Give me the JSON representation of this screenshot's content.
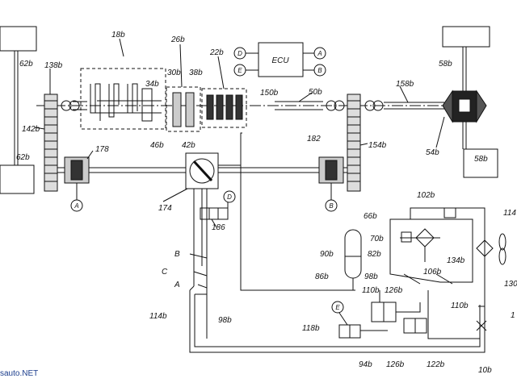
{
  "ecu": {
    "label": "ECU",
    "ports": [
      "D",
      "E",
      "A",
      "B"
    ]
  },
  "refs": {
    "r18b": "18b",
    "r26b": "26b",
    "r22b": "22b",
    "r150b": "150b",
    "r62b_tl": "62b",
    "r62b_bl": "62b",
    "r58b_tr": "58b",
    "r58b_br": "58b",
    "r138b": "138b",
    "r142b": "142b",
    "r178": "178",
    "r34b": "34b",
    "r30b": "30b",
    "r38b": "38b",
    "r46b": "46b",
    "r42b": "42b",
    "r50b": "50b",
    "r158b": "158b",
    "r54b": "54b",
    "r182": "182",
    "r154b": "154b",
    "r174": "174",
    "r186": "186",
    "r66b": "66b",
    "r102b": "102b",
    "r114_right": "114",
    "r134b": "134b",
    "r130": "130",
    "r70b": "70b",
    "r90b": "90b",
    "r82b": "82b",
    "r86b": "86b",
    "r98b_a": "98b",
    "r98b_b": "98b",
    "r106b": "106b",
    "r110b_a": "110b",
    "r126b_a": "126b",
    "r110b_b": "110b",
    "r114b": "114b",
    "r118b": "118b",
    "r94b": "94b",
    "r126b_b": "126b",
    "r122b": "122b",
    "r10b": "10b",
    "r1_right": "1"
  },
  "circles": {
    "a_left": "A",
    "b_right": "B",
    "d_valve": "D",
    "e_valve": "E"
  },
  "flows": {
    "b": "B",
    "c": "C",
    "a": "A"
  },
  "watermark": "sauto.NET"
}
